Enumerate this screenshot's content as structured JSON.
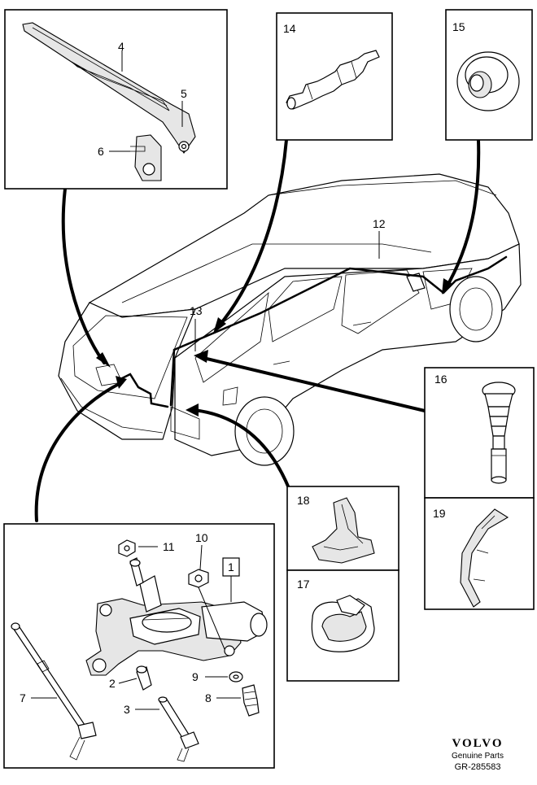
{
  "callouts": {
    "c1": "1",
    "c2": "2",
    "c3": "3",
    "c4": "4",
    "c5": "5",
    "c6": "6",
    "c7": "7",
    "c8": "8",
    "c9": "9",
    "c10": "10",
    "c11": "11",
    "c12": "12",
    "c13": "13",
    "c14": "14",
    "c15": "15",
    "c16": "16",
    "c17": "17",
    "c18": "18",
    "c19": "19"
  },
  "brand": {
    "logo": "VOLVO",
    "subtitle": "Genuine Parts",
    "reference": "GR-285583"
  }
}
